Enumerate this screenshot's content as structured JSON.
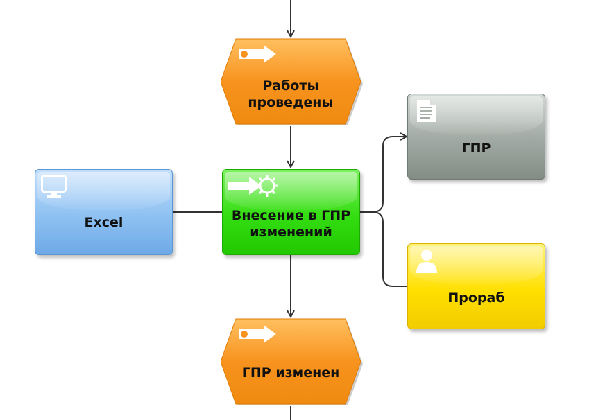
{
  "nodes": {
    "event_top": {
      "label": "Работы\nпроведены",
      "color": "#f7931e",
      "icon": "event-arrow-icon"
    },
    "function_main": {
      "label": "Внесение в ГПР\nизменений",
      "color": "#33dd11",
      "icon": "function-arrow-gear-icon"
    },
    "system_excel": {
      "label": "Excel",
      "color": "#8ec1f2",
      "icon": "computer-monitor-icon"
    },
    "document_gpr": {
      "label": "ГПР",
      "color": "#8e9891",
      "icon": "document-icon"
    },
    "role_prorab": {
      "label": "Прораб",
      "color": "#ffe000",
      "icon": "person-icon"
    },
    "event_bottom": {
      "label": "ГПР изменен",
      "color": "#f7931e",
      "icon": "event-arrow-icon"
    }
  }
}
